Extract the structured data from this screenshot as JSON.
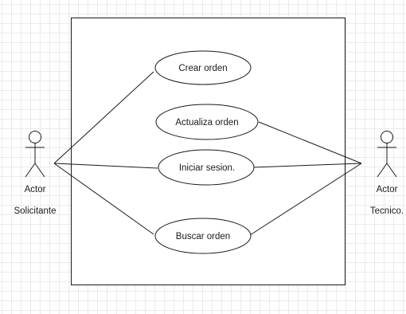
{
  "diagram": {
    "type": "use-case",
    "system_boundary_label": "",
    "actors": [
      {
        "id": "solicitante",
        "label": "Actor",
        "sublabel": "Solicitante",
        "icon": "stick-figure-icon"
      },
      {
        "id": "tecnico",
        "label": "Actor",
        "sublabel": "Tecnico.",
        "icon": "stick-figure-icon"
      }
    ],
    "use_cases": [
      {
        "id": "crear",
        "label": "Crear orden"
      },
      {
        "id": "actualiza",
        "label": "Actualiza orden"
      },
      {
        "id": "iniciar",
        "label": "Iniciar sesion."
      },
      {
        "id": "buscar",
        "label": "Buscar orden"
      }
    ],
    "associations": [
      {
        "from": "solicitante",
        "to": "crear"
      },
      {
        "from": "solicitante",
        "to": "iniciar"
      },
      {
        "from": "solicitante",
        "to": "buscar"
      },
      {
        "from": "tecnico",
        "to": "actualiza"
      },
      {
        "from": "tecnico",
        "to": "iniciar"
      },
      {
        "from": "tecnico",
        "to": "buscar"
      }
    ],
    "colors": {
      "stroke": "#1a1a1a",
      "fill": "#ffffff",
      "grid": "#ebebeb"
    }
  }
}
